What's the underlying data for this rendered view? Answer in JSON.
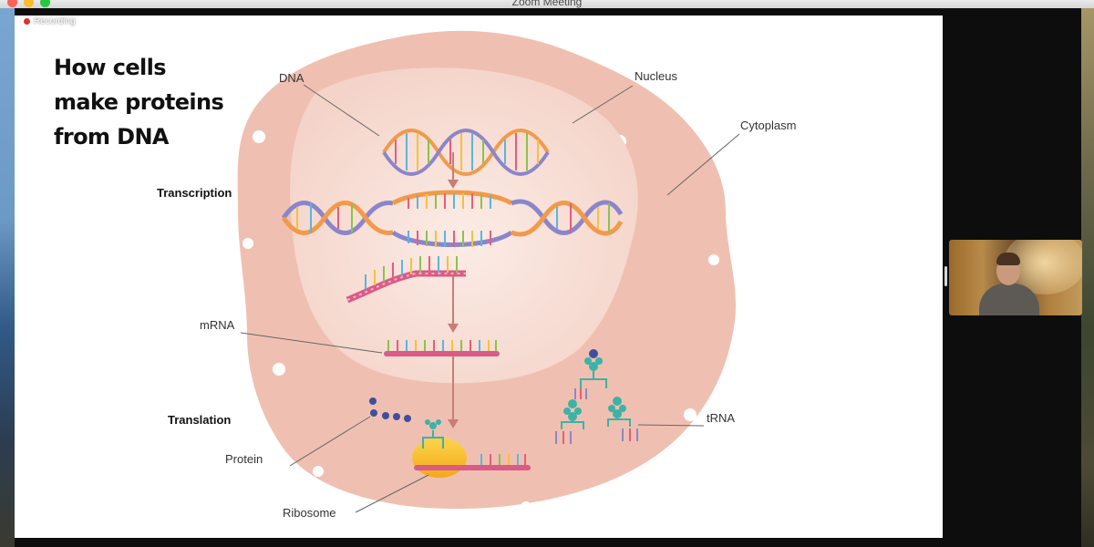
{
  "window": {
    "title": "Zoom Meeting"
  },
  "recording": {
    "label": "Recording"
  },
  "slide": {
    "title": "How cells\nmake proteins\nfrom DNA",
    "labels": {
      "dna": "DNA",
      "nucleus": "Nucleus",
      "cytoplasm": "Cytoplasm",
      "transcription": "Transcription",
      "mrna": "mRNA",
      "translation": "Translation",
      "protein": "Protein",
      "ribosome": "Ribosome",
      "trna": "tRNA"
    }
  },
  "icons": [
    "close-icon",
    "minimize-icon",
    "zoom-icon",
    "recording-dot-icon"
  ],
  "colors": {
    "cell": "#efc0b1",
    "nucleus": "#f6dcd3",
    "arrow": "#c97d77",
    "helix_orange": "#f19a4b",
    "helix_purple": "#8b86c9",
    "ribosome": "#f7bf20",
    "trna_teal": "#3cb3a6",
    "protein_dots": "#3f4f9e"
  }
}
